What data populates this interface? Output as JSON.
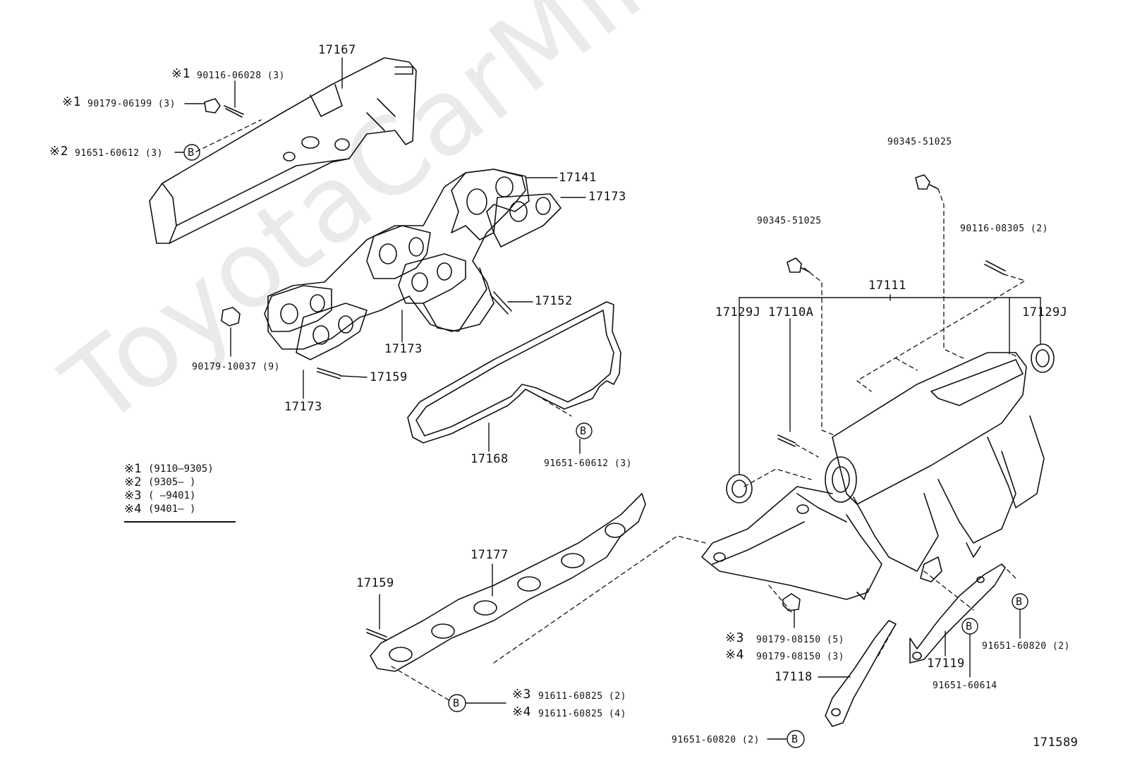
{
  "watermark": "ToyotaCarMine.ru",
  "diagram_id": "171589",
  "legend": [
    {
      "mark": "※1",
      "range": "(9110—9305)"
    },
    {
      "mark": "※2",
      "range": "(9305—        )"
    },
    {
      "mark": "※3",
      "range": "(         —9401)"
    },
    {
      "mark": "※4",
      "range": "(9401—        )"
    }
  ],
  "labels": {
    "p17167": "17167",
    "p90116_06028": "90116-06028 (3)",
    "m_90116_06028": "※1",
    "p90179_06199": "90179-06199 (3)",
    "m_90179_06199": "※1",
    "p91651_60612_top": "91651-60612 (3)",
    "m_91651_60612_top": "※2",
    "p17141": "17141",
    "p17173_a": "17173",
    "p17152": "17152",
    "p17173_b": "17173",
    "p90179_10037": "90179-10037 (9)",
    "p17159_a": "17159",
    "p17173_c": "17173",
    "p17168": "17168",
    "p91651_60612_mid": "91651-60612 (3)",
    "p17177": "17177",
    "p17159_b": "17159",
    "p91611_60825_2": "91611-60825 (2)",
    "m_91611_60825_2": "※3",
    "p91611_60825_4": "91611-60825 (4)",
    "m_91611_60825_4": "※4",
    "p90345_51025_a": "90345-51025",
    "p90345_51025_b": "90345-51025",
    "p90116_08305": "90116-08305 (2)",
    "p17111": "17111",
    "p17129J_a": "17129J",
    "p17110A": "17110A",
    "p17129J_b": "17129J",
    "p90179_08150_5": "90179-08150 (5)",
    "m_90179_08150_5": "※3",
    "p90179_08150_3": "90179-08150 (3)",
    "m_90179_08150_3": "※4",
    "p17118": "17118",
    "p17119": "17119",
    "p91651_60820_right": "91651-60820 (2)",
    "p91651_60614": "91651-60614",
    "p91651_60820_bottom": "91651-60820 (2)"
  },
  "callout_letter": "B"
}
